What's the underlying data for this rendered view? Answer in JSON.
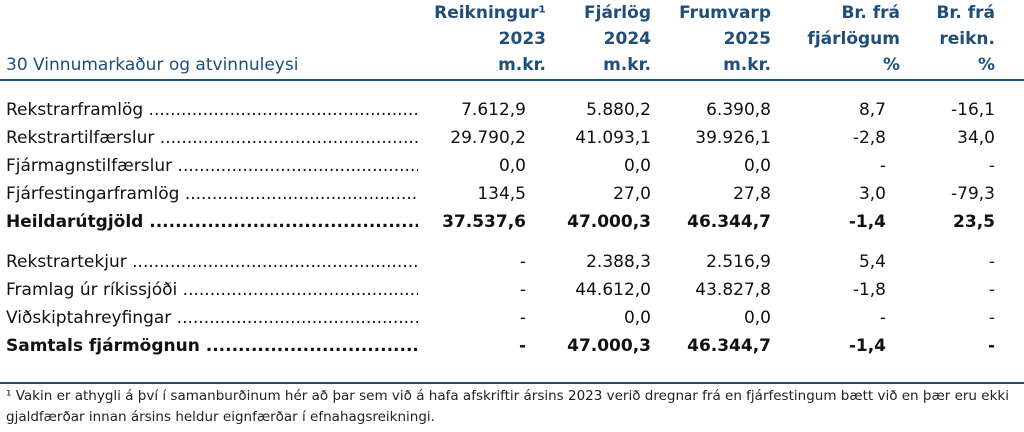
{
  "header": {
    "title": "30 Vinnumarkaður og atvinnuleysi",
    "columns": [
      {
        "l1": "Reikningur¹",
        "l2": "2023",
        "l3": "m.kr."
      },
      {
        "l1": "Fjárlög",
        "l2": "2024",
        "l3": "m.kr."
      },
      {
        "l1": "Frumvarp",
        "l2": "2025",
        "l3": "m.kr."
      },
      {
        "l1": "Br. frá",
        "l2": "fjárlögum",
        "l3": "%"
      },
      {
        "l1": "Br. frá",
        "l2": "reikn.",
        "l3": "%"
      }
    ]
  },
  "rows": [
    {
      "label": "Rekstrarframlög",
      "v": [
        "7.612,9",
        "5.880,2",
        "6.390,8",
        "8,7",
        "-16,1"
      ]
    },
    {
      "label": "Rekstrartilfærslur",
      "v": [
        "29.790,2",
        "41.093,1",
        "39.926,1",
        "-2,8",
        "34,0"
      ]
    },
    {
      "label": "Fjármagnstilfærslur",
      "v": [
        "0,0",
        "0,0",
        "0,0",
        "-",
        "-"
      ]
    },
    {
      "label": "Fjárfestingarframlög",
      "v": [
        "134,5",
        "27,0",
        "27,8",
        "3,0",
        "-79,3"
      ]
    },
    {
      "label": "Heildarútgjöld",
      "v": [
        "37.537,6",
        "47.000,3",
        "46.344,7",
        "-1,4",
        "23,5"
      ]
    },
    {
      "label": "Rekstrartekjur",
      "v": [
        "-",
        "2.388,3",
        "2.516,9",
        "5,4",
        "-"
      ]
    },
    {
      "label": "Framlag úr ríkissjóði",
      "v": [
        "-",
        "44.612,0",
        "43.827,8",
        "-1,8",
        "-"
      ]
    },
    {
      "label": "Viðskiptahreyfingar",
      "v": [
        "-",
        "0,0",
        "0,0",
        "-",
        "-"
      ]
    },
    {
      "label": "Samtals fjármögnun",
      "v": [
        "-",
        "47.000,3",
        "46.344,7",
        "-1,4",
        "-"
      ]
    }
  ],
  "footnote": "¹ Vakin er athygli á því í samanburðinum hér að þar sem við á hafa afskriftir ársins 2023 verið dregnar frá en fjárfestingum bætt við en þær eru ekki gjaldfærðar innan ársins heldur eignfærðar í efnahagsreikningi."
}
